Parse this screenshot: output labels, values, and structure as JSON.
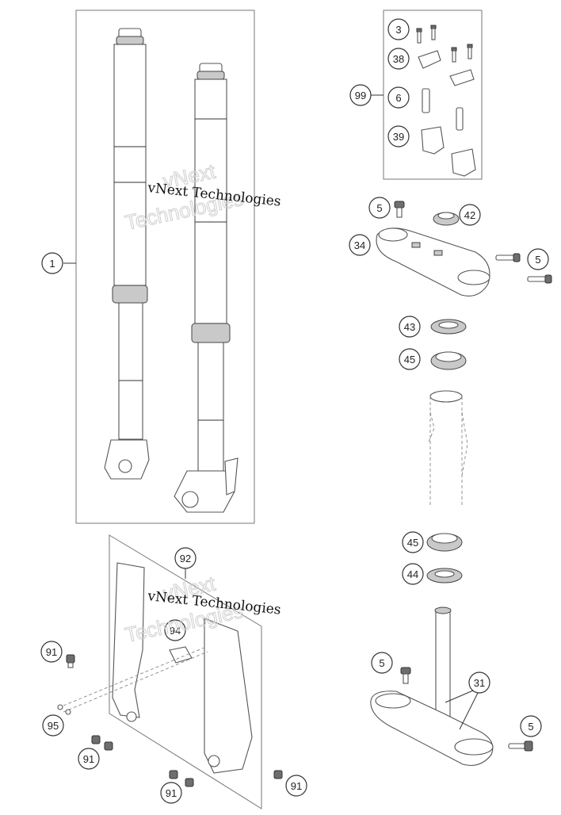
{
  "callouts": {
    "c1": "1",
    "c3": "3",
    "c38": "38",
    "c99": "99",
    "c6": "6",
    "c39": "39",
    "c5a": "5",
    "c42": "42",
    "c34": "34",
    "c5b": "5",
    "c43": "43",
    "c45a": "45",
    "c45b": "45",
    "c44": "44",
    "c92": "92",
    "c94": "94",
    "c91a": "91",
    "c95": "95",
    "c91b": "91",
    "c91c": "91",
    "c91d": "91",
    "c5c": "5",
    "c31": "31",
    "c5d": "5"
  },
  "watermark": {
    "brand_line": "vNext Technologies",
    "outline_word_1": "vNext",
    "outline_word_2": "Technologies"
  }
}
